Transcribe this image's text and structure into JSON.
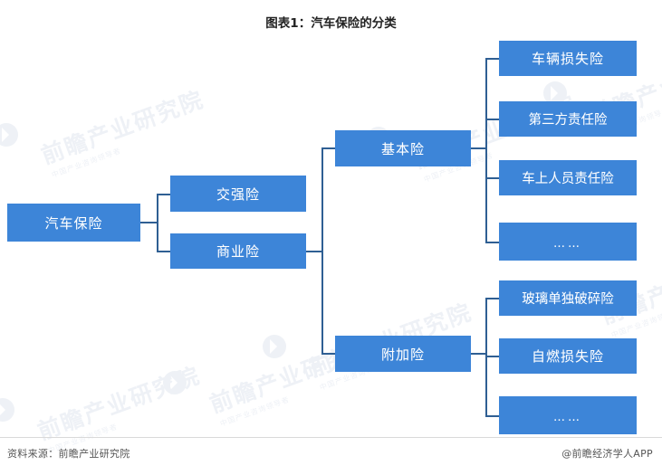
{
  "title": "图表1：汽车保险的分类",
  "footer": {
    "source": "资料来源：前瞻产业研究院",
    "app": "@前瞻经济学人APP"
  },
  "watermark": {
    "main": "前瞻产业研究院",
    "sub": "中国产业咨询领导者"
  },
  "colors": {
    "node_fill": "#3d85d8",
    "connector": "#2f5f93",
    "title_text": "#222222",
    "background": "#ffffff"
  },
  "diagram": {
    "type": "tree",
    "root": {
      "label": "汽车保险"
    },
    "level2": [
      {
        "label": "交强险"
      },
      {
        "label": "商业险"
      }
    ],
    "level3": [
      {
        "label": "基本险"
      },
      {
        "label": "附加险"
      }
    ],
    "basic_children": [
      {
        "label": "车辆损失险"
      },
      {
        "label": "第三方责任险"
      },
      {
        "label": "车上人员责任险"
      },
      {
        "label": "……"
      }
    ],
    "additional_children": [
      {
        "label": "玻璃单独破碎险"
      },
      {
        "label": "自燃损失险"
      },
      {
        "label": "……"
      }
    ]
  }
}
